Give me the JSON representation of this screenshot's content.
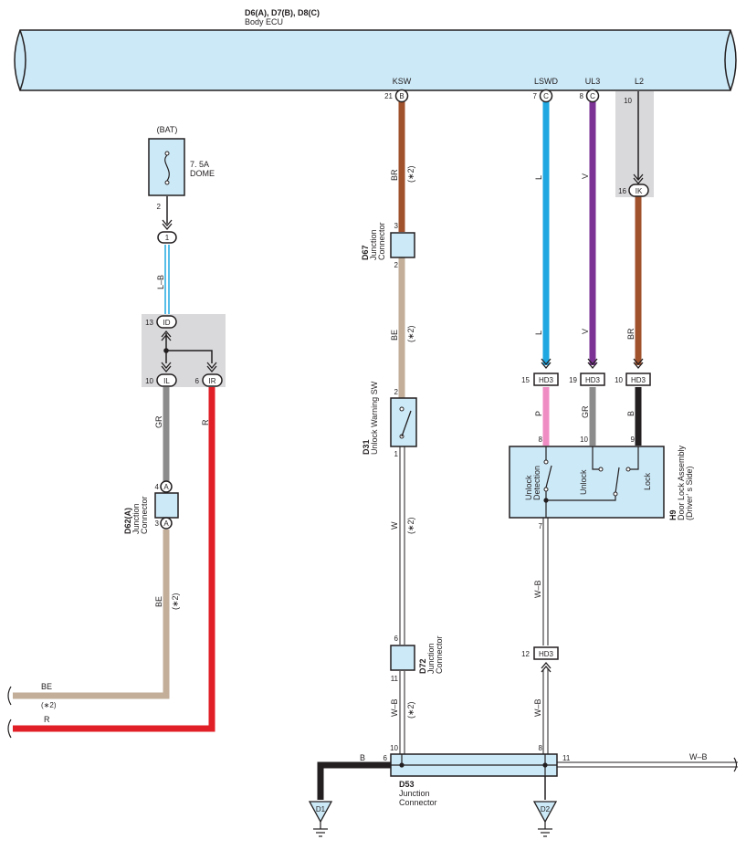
{
  "ecu": {
    "title": "D6(A), D7(B), D8(C)",
    "subtitle": "Body ECU"
  },
  "terminals": {
    "ksw": "KSW",
    "lswd": "LSWD",
    "ul3": "UL3",
    "l2": "L2"
  },
  "pins": {
    "p21": "21",
    "p7": "7",
    "p8": "8",
    "p10": "10",
    "p16": "16",
    "p2": "2",
    "p13": "13",
    "p6": "6",
    "p4": "4",
    "p3": "3",
    "p11": "11",
    "p15": "15",
    "p19": "19",
    "p9": "9",
    "p12": "12",
    "p1": "1"
  },
  "connector_ids": {
    "b": "B",
    "c": "C",
    "ik": "IK",
    "one": "1",
    "id": "ID",
    "il": "IL",
    "ir": "IR",
    "a": "A",
    "hd3": "HD3"
  },
  "wires": {
    "br": "BR",
    "l": "L",
    "v": "V",
    "lb": "L–B",
    "gr": "GR",
    "r": "R",
    "be": "BE",
    "p": "P",
    "b": "B",
    "w": "W",
    "wb": "W–B",
    "note": "(∗2)"
  },
  "fuse": {
    "source": "(BAT)",
    "rating": "7. 5A",
    "name": "DOME"
  },
  "components": {
    "d67": {
      "id": "D67",
      "name1": "Junction",
      "name2": "Connector"
    },
    "d31": {
      "id": "D31",
      "name": "Unlock Warning SW"
    },
    "d62": {
      "id": "D62(A)",
      "name1": "Junction",
      "name2": "Connector"
    },
    "d72": {
      "id": "D72",
      "name1": "Junction",
      "name2": "Connector"
    },
    "d53": {
      "id": "D53",
      "name1": "Junction",
      "name2": "Connector"
    },
    "h9": {
      "id": "H9",
      "name1": "Door Lock Assembly",
      "name2": "(Driver’ s Side)",
      "unlock_detection_1": "Unlock",
      "unlock_detection_2": "Detection",
      "unlock": "Unlock",
      "lock": "Lock"
    }
  },
  "grounds": {
    "d1": "D1",
    "d2": "D2"
  },
  "colors": {
    "body_fill": "#cce9f7",
    "shade": "#d9d9db",
    "brown": "#a0522d",
    "blue": "#1ea7e1",
    "violet": "#7b3294",
    "gray": "#8c8c8c",
    "red": "#e11f26",
    "beige": "#c2ae99",
    "pink": "#f08cc4",
    "black": "#231f20"
  }
}
